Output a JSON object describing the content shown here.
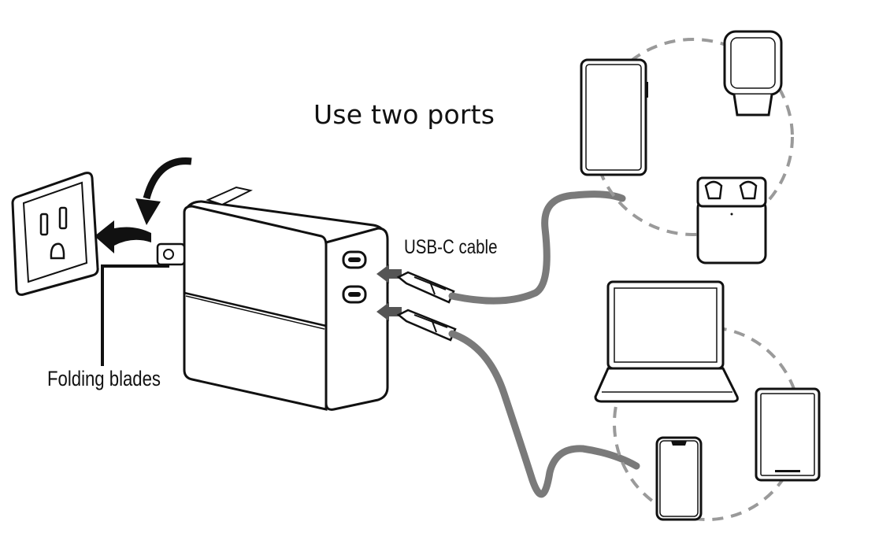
{
  "title": "Use two ports",
  "labels": {
    "cable": "USB-C cable",
    "blades": "Folding blades"
  },
  "colors": {
    "ink": "#111111",
    "cable": "#7a7a7a",
    "dashed_ring": "#9a9a9a"
  },
  "devices": {
    "group_one": [
      "smartphone-icon",
      "smartwatch-icon",
      "earbuds-case-icon"
    ],
    "group_two": [
      "laptop-icon",
      "tablet-icon",
      "smartphone-icon"
    ]
  },
  "ports": [
    "usb-c-port-icon",
    "usb-c-port-icon"
  ]
}
